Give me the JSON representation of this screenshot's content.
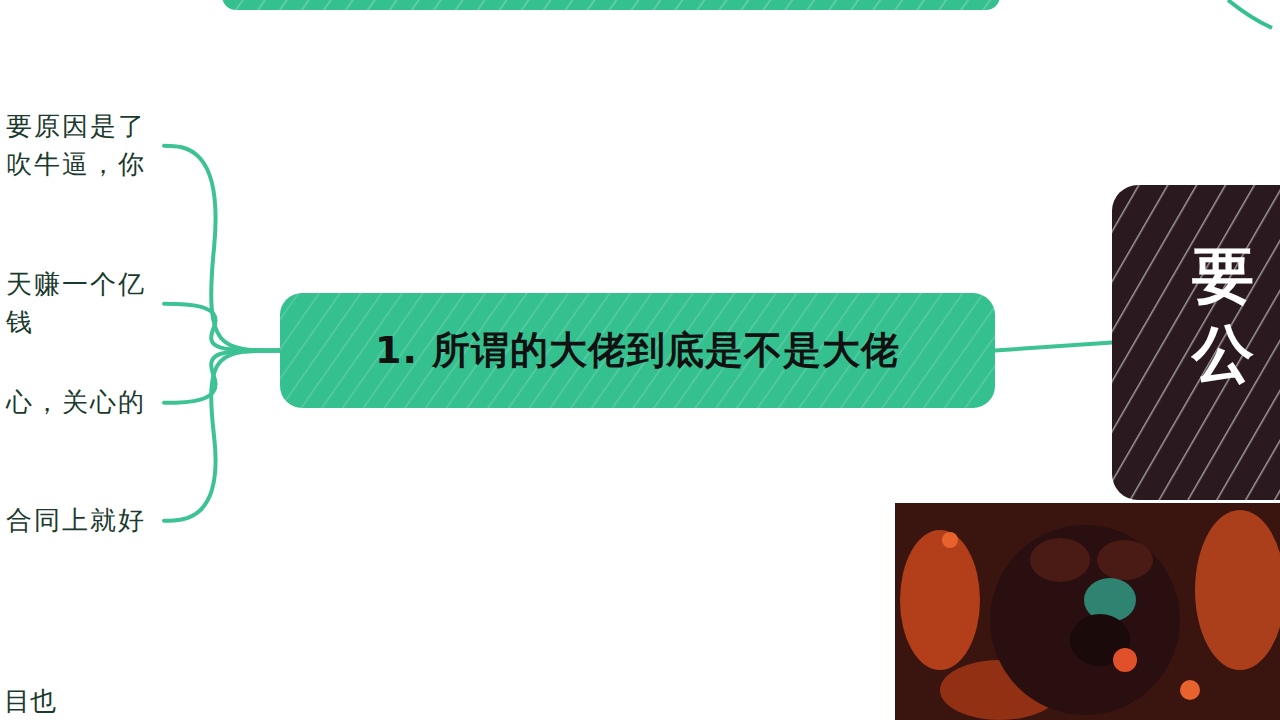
{
  "diagram": {
    "nodes": [
      {
        "text": [
          "1. 所谓的大佬到底是不是大佬"
        ]
      },
      {
        "text": [
          "要原因是了 吹牛逼，你"
        ]
      },
      {
        "text": [
          "天赚一个亿 钱"
        ]
      },
      {
        "text": [
          "心，关心的"
        ]
      },
      {
        "text": [
          "合同上就好"
        ]
      },
      {
        "text": [
          "要 公"
        ]
      }
    ],
    "edges": [
      {
        "from": 0,
        "to": 1,
        "arrow": "none"
      },
      {
        "from": 0,
        "to": 2,
        "arrow": "none"
      },
      {
        "from": 0,
        "to": 3,
        "arrow": "none"
      },
      {
        "from": 0,
        "to": 4,
        "arrow": "none"
      },
      {
        "from": 0,
        "to": 5,
        "arrow": "none"
      }
    ],
    "labels": [
      "目也"
    ]
  }
}
